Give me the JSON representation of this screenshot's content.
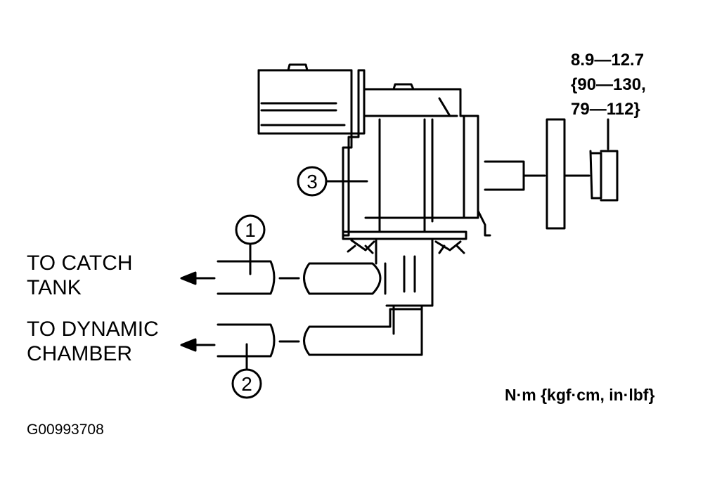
{
  "callouts": [
    {
      "id": "1",
      "label": "1"
    },
    {
      "id": "2",
      "label": "2"
    },
    {
      "id": "3",
      "label": "3"
    }
  ],
  "destinations": {
    "catch_tank_line1": "TO CATCH",
    "catch_tank_line2": "TANK",
    "dynamic_chamber_line1": "TO DYNAMIC",
    "dynamic_chamber_line2": "CHAMBER"
  },
  "torque_spec": {
    "line1": "8.9—12.7",
    "line2": "{90—130,",
    "line3": "79—112}"
  },
  "units_legend": "N·m {kgf·cm, in·lbf}",
  "figure_id": "G00993708"
}
